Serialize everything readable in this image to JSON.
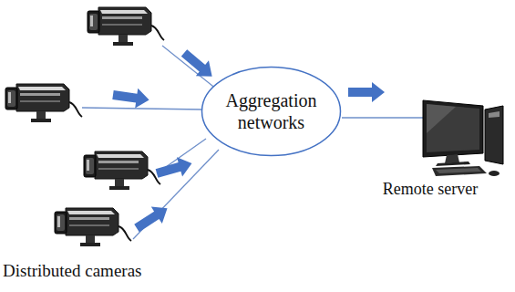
{
  "diagram": {
    "nodes": [
      {
        "text": [
          "Aggregation networks"
        ]
      },
      {
        "text": [
          "Remote server"
        ]
      }
    ],
    "edges": [
      {
        "from": 0,
        "to": 1,
        "arrow": "none"
      }
    ],
    "labels": [
      "Distributed cameras"
    ]
  }
}
